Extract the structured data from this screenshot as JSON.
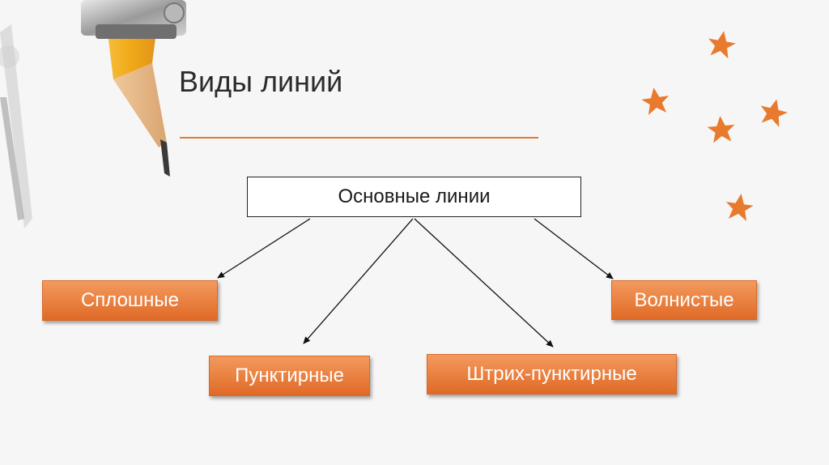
{
  "title": "Виды линий",
  "root": "Основные линии",
  "nodes": [
    "Сплошные",
    "Волнистые",
    "Пунктирные",
    "Штрих-пунктирные"
  ],
  "accent_color": "#e07b34",
  "decorations": [
    "pencil-compass-illustration",
    "star-icon"
  ]
}
